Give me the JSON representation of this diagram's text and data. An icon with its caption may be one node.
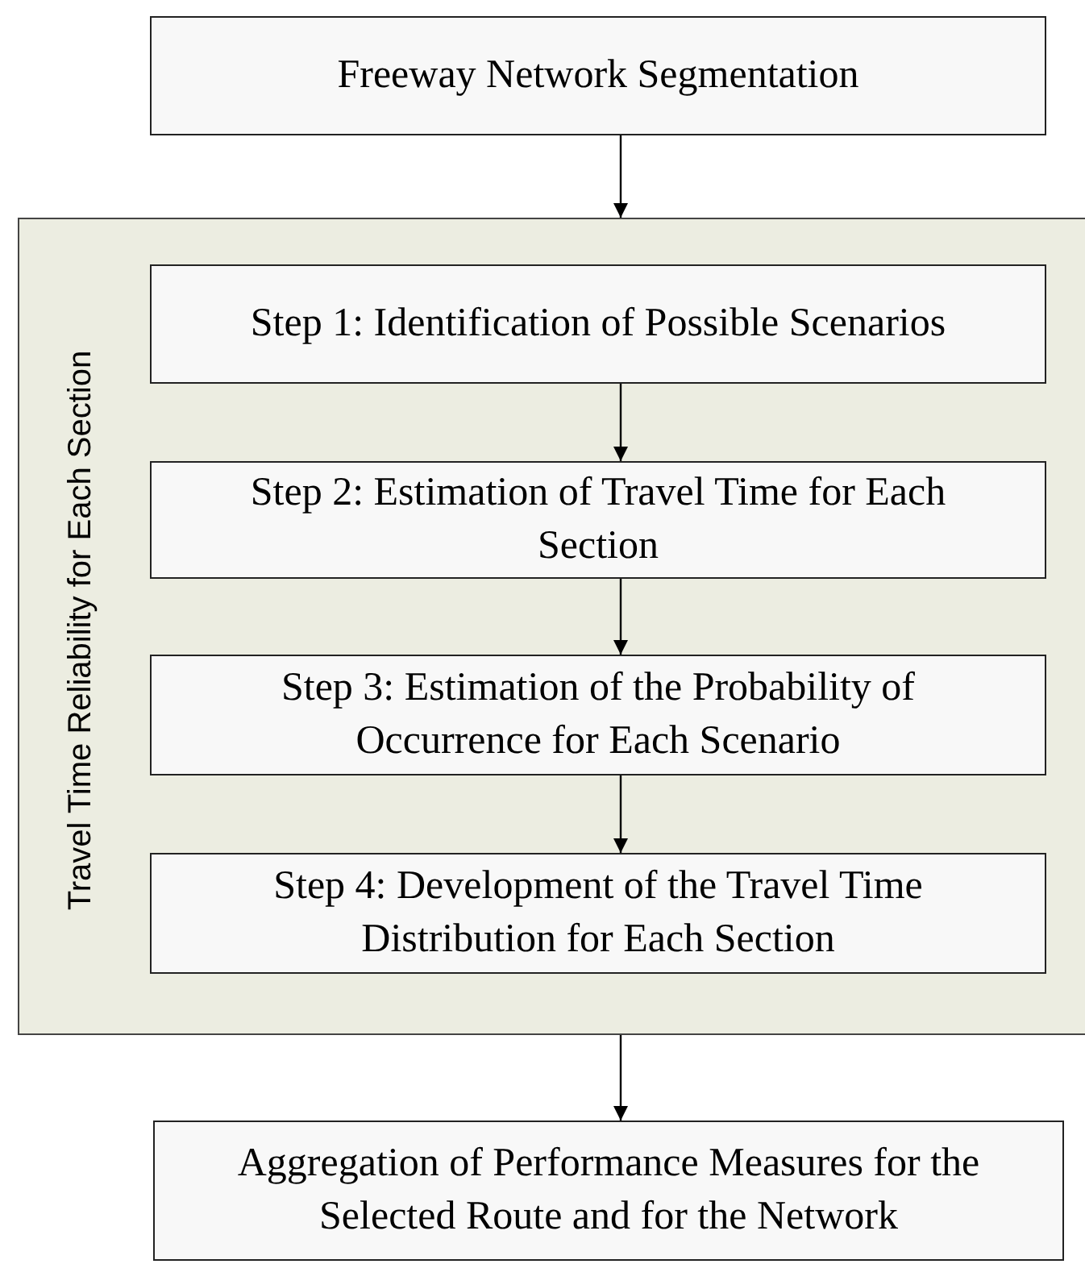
{
  "diagram": {
    "nodes": [
      {
        "text": [
          "Freeway Network Segmentation"
        ]
      },
      {
        "text": [
          "Travel Time Reliability for Each Section"
        ]
      },
      {
        "text": [
          "Step 1: Identification of Possible Scenarios"
        ],
        "in": 1
      },
      {
        "text": [
          "Step 2: Estimation of Travel Time for Each Section"
        ],
        "in": 1
      },
      {
        "text": [
          "Step 3: Estimation of the Probability of Occurrence for Each Scenario"
        ],
        "in": 1
      },
      {
        "text": [
          "Step 4: Development of the Travel Time Distribution for Each Section"
        ],
        "in": 1
      },
      {
        "text": [
          "Aggregation of Performance Measures for the Selected Route and for the Network"
        ]
      }
    ],
    "edges": [
      {
        "from": 0,
        "to": 1,
        "arrow": "to"
      },
      {
        "from": 2,
        "to": 3,
        "arrow": "to"
      },
      {
        "from": 3,
        "to": 4,
        "arrow": "to"
      },
      {
        "from": 4,
        "to": 5,
        "arrow": "to"
      },
      {
        "from": 1,
        "to": 6,
        "arrow": "to"
      }
    ]
  }
}
